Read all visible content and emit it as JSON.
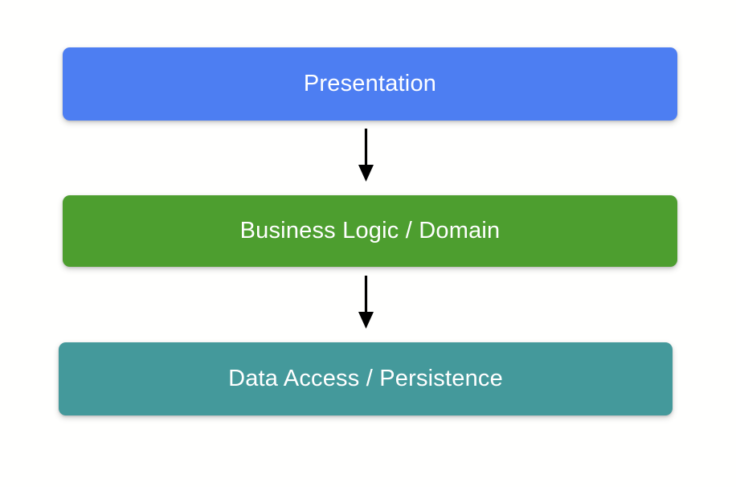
{
  "diagram": {
    "type": "flowchart",
    "orientation": "top-to-bottom",
    "background_color": "#fffffe",
    "title": "",
    "layers": [
      {
        "id": "presentation",
        "label": "Presentation",
        "fill_color": "#4d7ef2",
        "text_color": "#ffffff",
        "order": 1
      },
      {
        "id": "business-logic",
        "label": "Business Logic / Domain",
        "fill_color": "#4d9e2f",
        "text_color": "#ffffff",
        "order": 2
      },
      {
        "id": "data-access",
        "label": "Data Access / Persistence",
        "fill_color": "#44999b",
        "text_color": "#ffffff",
        "order": 3
      }
    ],
    "connectors": [
      {
        "id": "presentation-to-business",
        "from": "presentation",
        "to": "business-logic",
        "label": "",
        "color": "#000000",
        "style": "solid",
        "head": "filled-triangle"
      },
      {
        "id": "business-to-data",
        "from": "business-logic",
        "to": "data-access",
        "label": "",
        "color": "#000000",
        "style": "solid",
        "head": "filled-triangle"
      }
    ]
  }
}
